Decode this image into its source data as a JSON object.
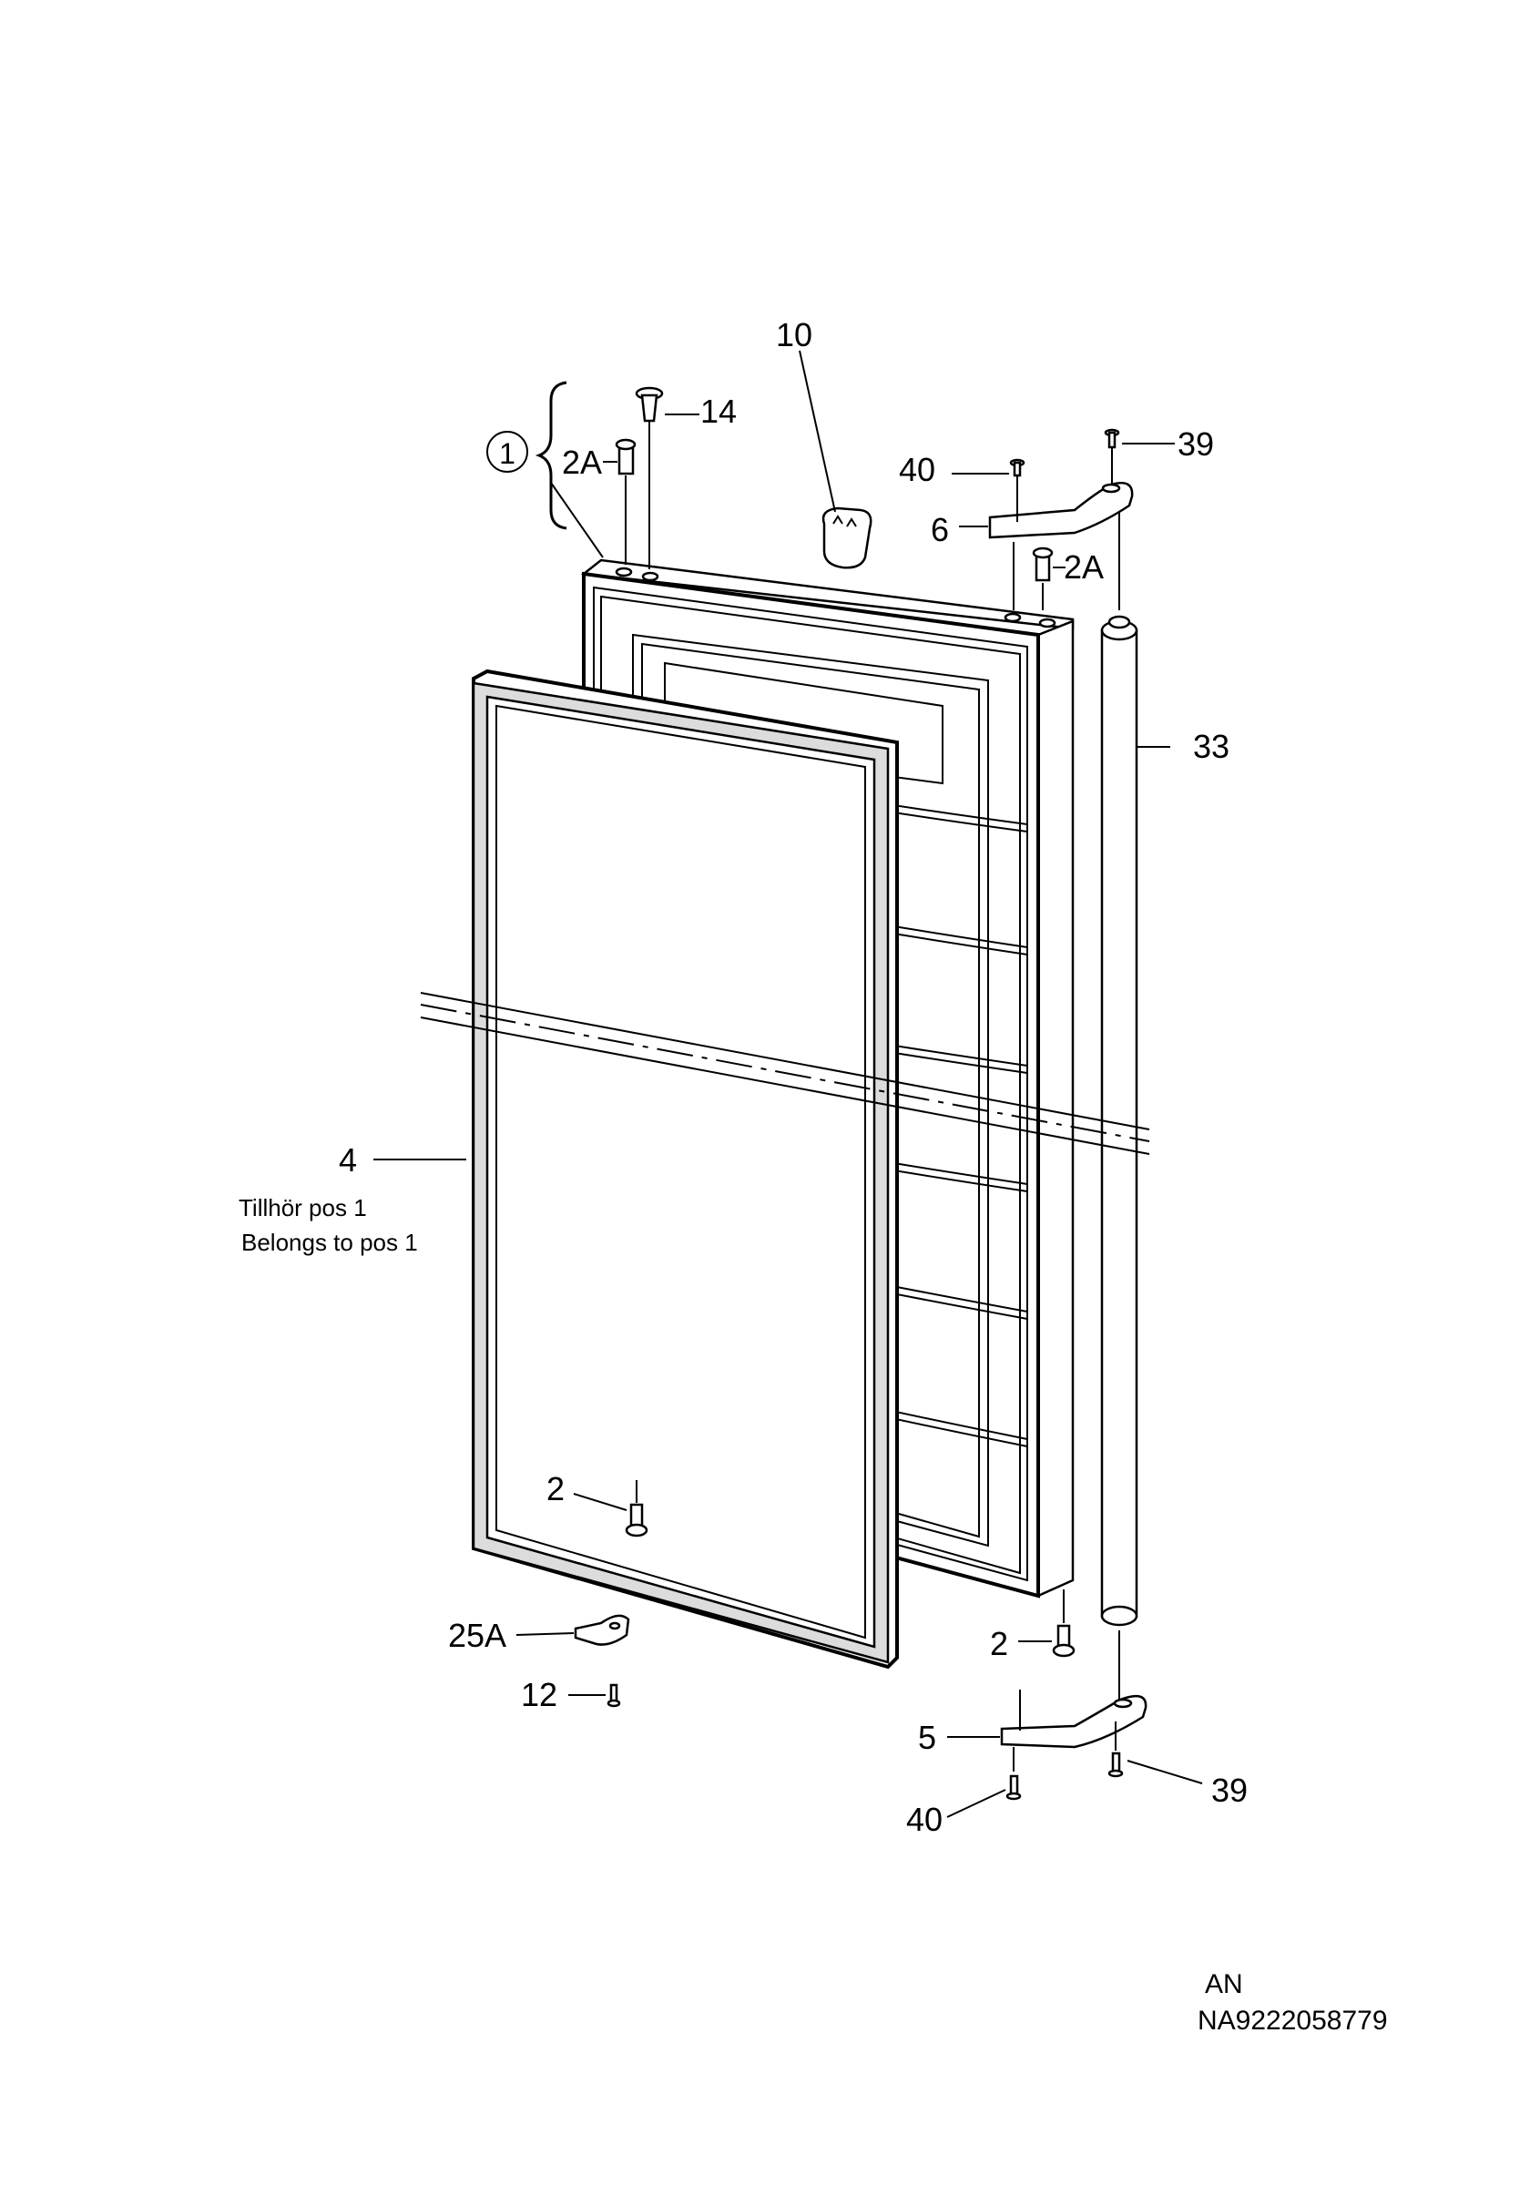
{
  "labels": {
    "p1": "1",
    "p2a_left": "2A",
    "p14": "14",
    "p10": "10",
    "p40_top": "40",
    "p39_top": "39",
    "p6": "6",
    "p2a_right": "2A",
    "p33": "33",
    "p4": "4",
    "note_sv": "Tillhör pos 1",
    "note_en": "Belongs to pos 1",
    "p2_left": "2",
    "p25a": "25A",
    "p12": "12",
    "p2_right": "2",
    "p5": "5",
    "p39_bottom": "39",
    "p40_bottom": "40"
  },
  "footer": {
    "line1": "AN",
    "line2": "NA9222058779"
  }
}
